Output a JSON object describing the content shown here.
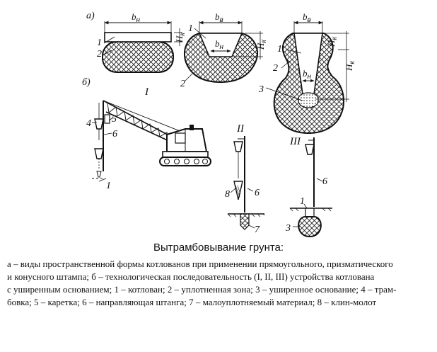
{
  "panels": {
    "a": "а)",
    "b": "б)"
  },
  "stages": {
    "s1": "I",
    "s2": "II",
    "s3": "III"
  },
  "dims": {
    "b": "b",
    "sub_n": "н",
    "sub_v": "в",
    "h": "H",
    "sub_k": "к"
  },
  "callouts": {
    "n1": "1",
    "n2": "2",
    "n3": "3",
    "n4": "4",
    "n5": "5",
    "n6": "6",
    "n7": "7",
    "n8": "8"
  },
  "title": "Вытрамбовывание грунта:",
  "caption": {
    "line1": "а – виды пространственной формы котлованов при применении прямоугольного, призматического",
    "line2": "и конусного штампа; б – технологическая последовательность (I, II, III) устройства котлована",
    "line3": "с уширенным основанием; 1 – котлован; 2 – уплотненная зона; 3 – уширенное основание; 4 – трам-",
    "line4": "бовка; 5 – каретка; 6 – направляющая штанга; 7 – малоуплотняемый материал; 8 – клин-молот"
  }
}
